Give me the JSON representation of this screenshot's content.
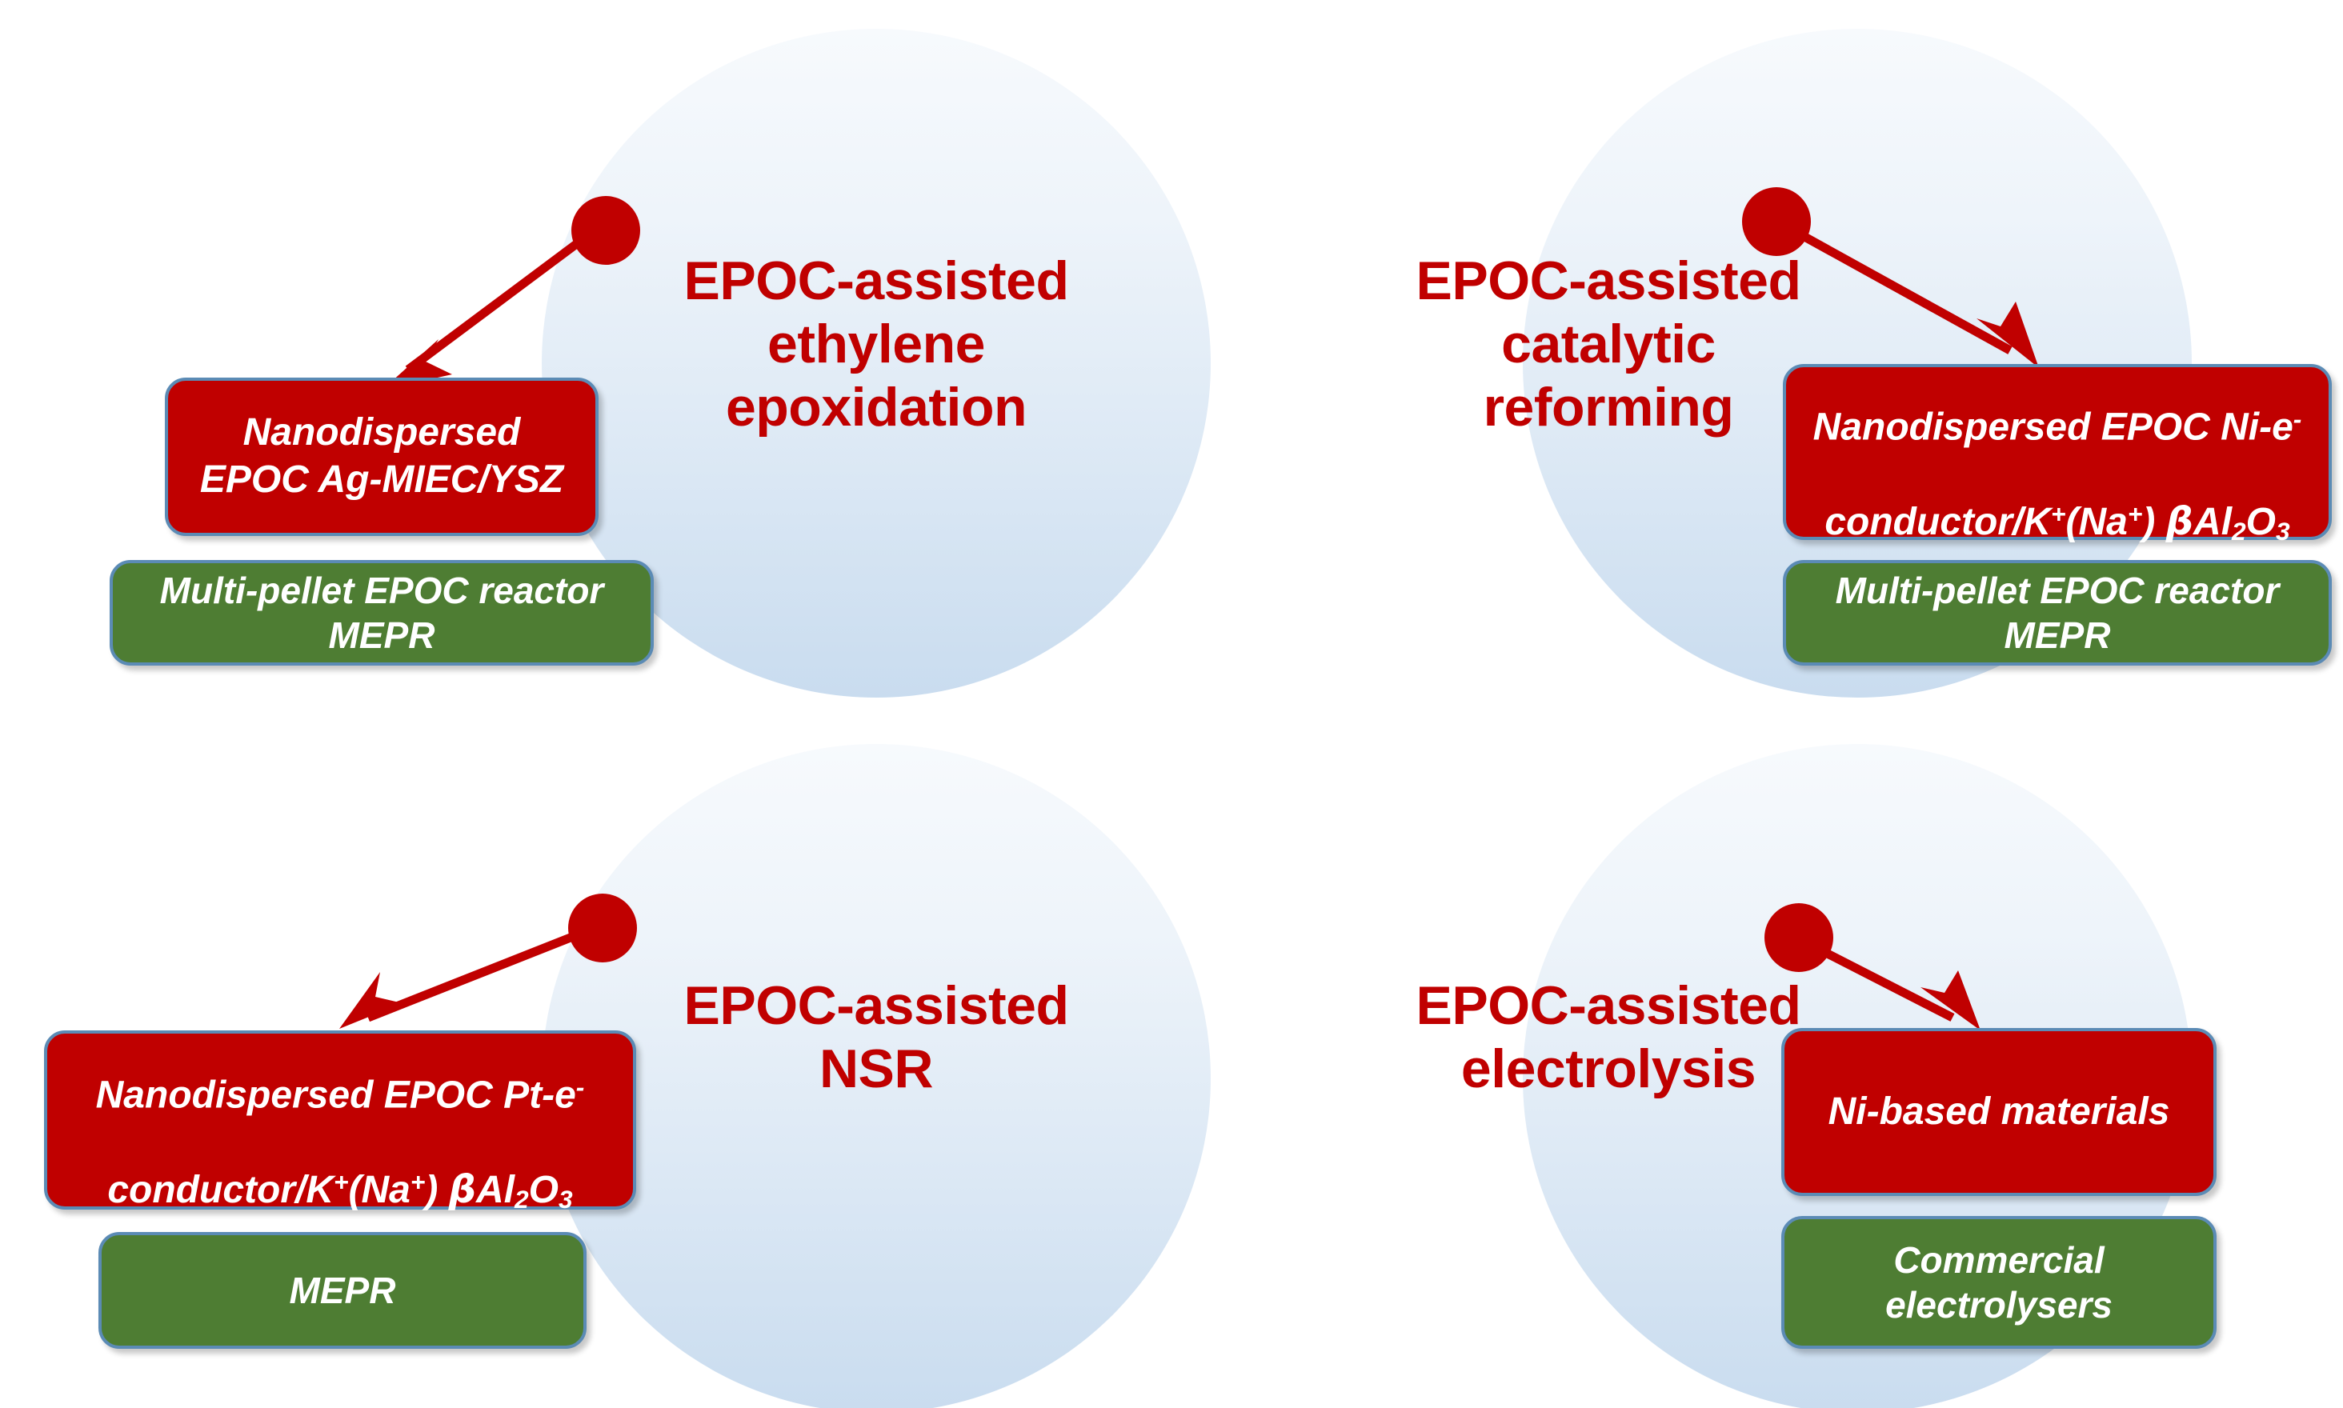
{
  "diagram": {
    "title": "EPOC-assisted processes overview",
    "colors": {
      "accent_red": "#c00000",
      "accent_green": "#4e7d33",
      "box_border_blue": "#5b8bb5",
      "circle_gradient_top": "#f7fafd",
      "circle_gradient_bottom": "#c9dcef"
    },
    "quadrants": [
      {
        "id": "ethylene-epoxidation",
        "circle_title": "EPOC-assisted\nethylene\nepoxidation",
        "material_label": "Nanodispersed\nEPOC Ag-MIEC/YSZ",
        "reactor_label": "Multi-pellet EPOC reactor\nMEPR",
        "connector_direction": "down-left"
      },
      {
        "id": "catalytic-reforming",
        "circle_title": "EPOC-assisted\ncatalytic\nreforming",
        "material_label_parts": {
          "line1": "Nanodispersed EPOC Ni-e",
          "line1_sup": "-",
          "line2_a": "conductor/K",
          "line2_sup1": "+",
          "line2_b": "(Na",
          "line2_sup2": "+",
          "line2_c": ") ",
          "line2_beta": "β",
          "line2_d": "Al",
          "line2_sub1": "2",
          "line2_e": "O",
          "line2_sub2": "3"
        },
        "material_label_plain": "Nanodispersed EPOC Ni-e- conductor/K+(Na+) βAl2O3",
        "reactor_label": "Multi-pellet EPOC reactor\nMEPR",
        "connector_direction": "down-right"
      },
      {
        "id": "nsr",
        "circle_title": "EPOC-assisted\nNSR",
        "material_label_parts": {
          "line1": "Nanodispersed EPOC Pt-e",
          "line1_sup": "-",
          "line2_a": "conductor/K",
          "line2_sup1": "+",
          "line2_b": "(Na",
          "line2_sup2": "+",
          "line2_c": ") ",
          "line2_beta": "β",
          "line2_d": "Al",
          "line2_sub1": "2",
          "line2_e": "O",
          "line2_sub2": "3"
        },
        "material_label_plain": "Nanodispersed EPOC Pt-e- conductor/K+(Na+) βAl2O3",
        "reactor_label": "MEPR",
        "connector_direction": "down-left"
      },
      {
        "id": "electrolysis",
        "circle_title": "EPOC-assisted\nelectrolysis",
        "material_label": "Ni-based materials",
        "reactor_label": "Commercial\nelectrolysers",
        "connector_direction": "down-right"
      }
    ]
  }
}
